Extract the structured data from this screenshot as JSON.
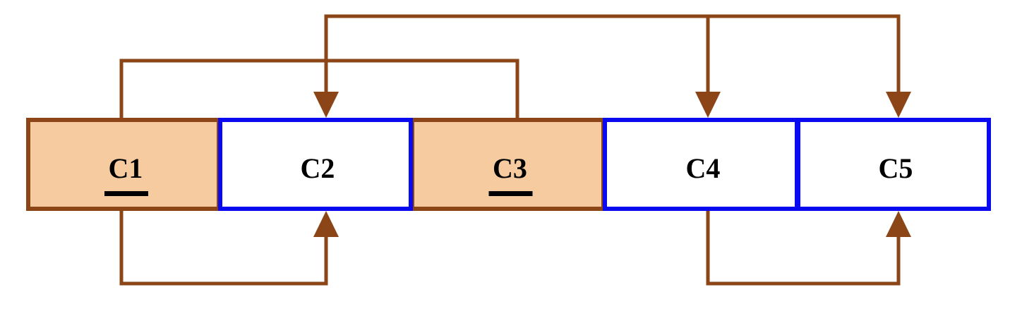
{
  "colors": {
    "brown": "#8B4516",
    "fill": "#F6CBA0",
    "blue": "#0A0AF0"
  },
  "cells": [
    {
      "label": "C1",
      "underlined": true,
      "style": "filled"
    },
    {
      "label": "C2",
      "underlined": false,
      "style": "outline"
    },
    {
      "label": "C3",
      "underlined": true,
      "style": "filled"
    },
    {
      "label": "C4",
      "underlined": false,
      "style": "outline"
    },
    {
      "label": "C5",
      "underlined": false,
      "style": "outline"
    }
  ],
  "connections": [
    {
      "from": "C1",
      "to": "C2",
      "side": "bottom"
    },
    {
      "from": "C3",
      "to": "C2",
      "side": "top"
    },
    {
      "from": "C3",
      "to": "C4",
      "side": "top"
    },
    {
      "from": "C3",
      "to": "C5",
      "side": "top"
    },
    {
      "from": "C4",
      "to": "C5",
      "side": "bottom"
    }
  ]
}
